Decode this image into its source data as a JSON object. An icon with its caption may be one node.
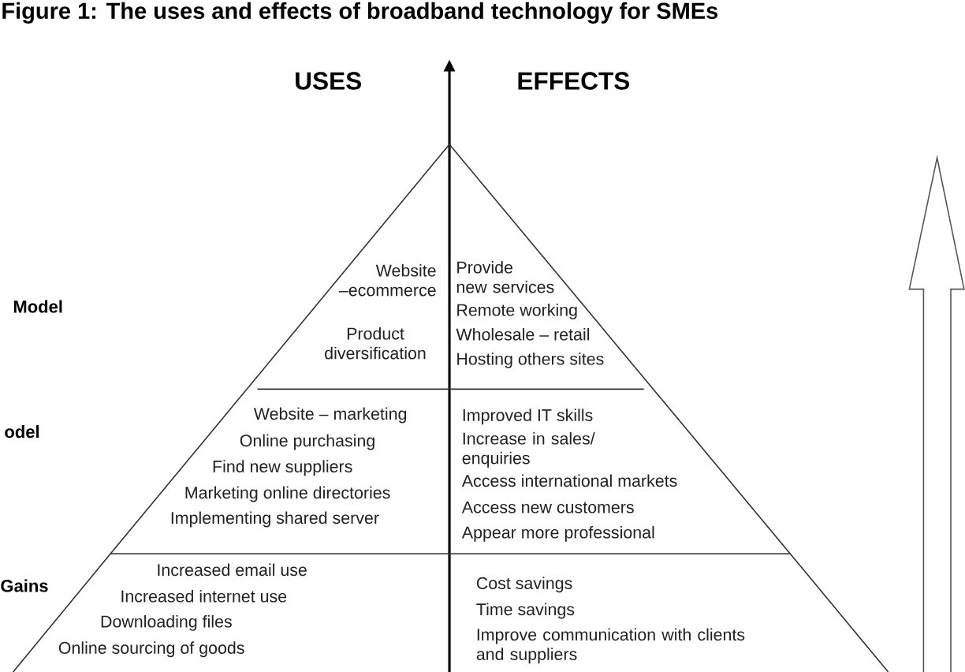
{
  "diagram": {
    "title": "Figure 1: The uses and effects of broadband technology for SMEs",
    "nodes": [
      {
        "text": [
          "Website –ecommerce",
          "Product diversification",
          "Provide new services",
          "Remote working",
          "Wholesale – retail",
          "Hosting others sites"
        ]
      },
      {
        "text": [
          "Website – marketing",
          "Online purchasing",
          "Find new suppliers",
          "Marketing online directories",
          "Implementing shared server",
          "Improved IT skills",
          "Increase in sales/ enquiries",
          "Access international markets",
          "Access new customers",
          "Appear more professional"
        ]
      },
      {
        "text": [
          "Increased email use",
          "Increased internet use",
          "Downloading files",
          "Online sourcing of goods",
          "Cost savings",
          "Time savings",
          "Improve communication with clients and suppliers"
        ]
      }
    ],
    "labels": [
      "USES",
      "EFFECTS",
      "Model",
      "odel",
      "Gains"
    ]
  }
}
